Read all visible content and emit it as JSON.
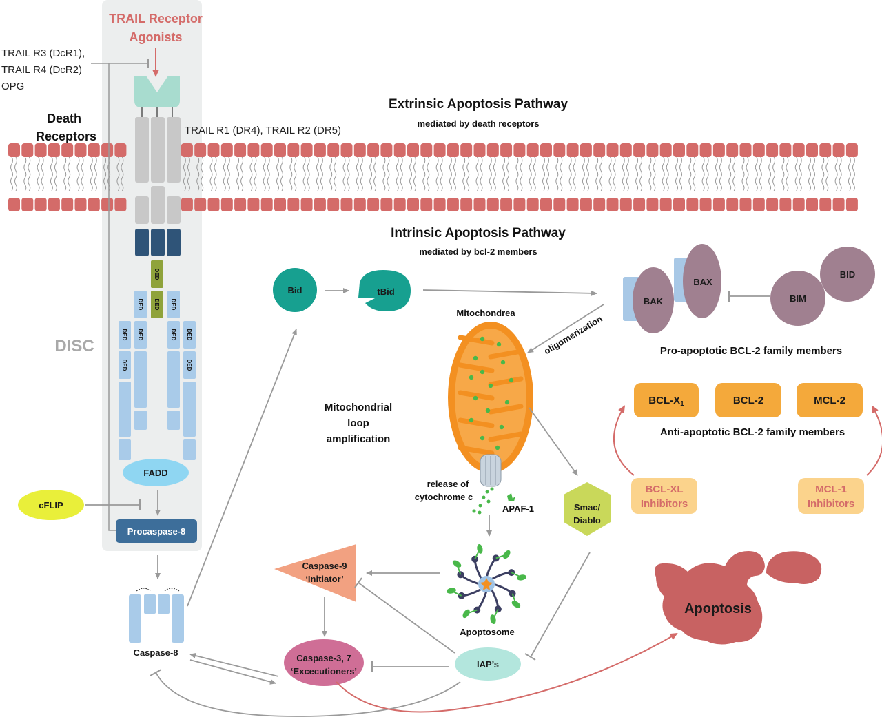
{
  "colors": {
    "membrane_head": "#d46b69",
    "membrane_tail": "#999999",
    "disc_panel": "#eceeee",
    "receptor_gray": "#c8c8c8",
    "receptor_dark": "#2f5478",
    "receptor_top": "#a8dccf",
    "ded_green": "#8fa33b",
    "ded_blue": "#a9cbe9",
    "fadd": "#8fd6f2",
    "procaspase": "#3d6e9a",
    "cflip": "#e9ef3a",
    "teal": "#17a090",
    "bak_bax": "#a08090",
    "bak_bax_blue": "#a8c8e6",
    "anti_orange": "#f4a93b",
    "inhibitor_fill": "#fbd38c",
    "inhibitor_text": "#d46b69",
    "mito_orange": "#f39021",
    "caspase9": "#f2a181",
    "caspase37": "#cf6e96",
    "iap": "#b3e6dd",
    "smac": "#c9d85a",
    "apoptosis": "#c86262",
    "arrow_gray": "#9a9a9a",
    "red_arrow": "#d46b69"
  },
  "labels": {
    "trail_agonists": [
      "TRAIL Receptor",
      "Agonists"
    ],
    "decoy_receptors": [
      "TRAIL R3 (DcR1),",
      "TRAIL R4 (DcR2)",
      "OPG"
    ],
    "death_receptors": [
      "Death",
      "Receptors"
    ],
    "trail_r1_r2": "TRAIL R1 (DR4), TRAIL R2 (DR5)",
    "extrinsic_title": "Extrinsic Apoptosis Pathway",
    "extrinsic_sub": "mediated by death receptors",
    "intrinsic_title": "Intrinsic Apoptosis Pathway",
    "intrinsic_sub": "mediated by bcl-2 members",
    "disc": "DISC",
    "ded": "DED",
    "fadd": "FADD",
    "cflip": "cFLIP",
    "procaspase8": "Procaspase-8",
    "caspase8": "Caspase-8",
    "bid": "Bid",
    "tbid": "tBid",
    "mitochondrea": "Mitochondrea",
    "oligomerization": "oligomerization",
    "mito_loop": [
      "Mitochondrial",
      "loop",
      "amplification"
    ],
    "cytochrome": [
      "release of",
      "cytochrome c"
    ],
    "apaf1": "APAF-1",
    "smac": [
      "Smac/",
      "Diablo"
    ],
    "apoptosome": "Apoptosome",
    "caspase9": [
      "Caspase-9",
      "‘Initiator’"
    ],
    "caspase37": [
      "Caspase-3, 7",
      "‘Excecutioners’"
    ],
    "iaps": "IAP’s",
    "apoptosis": "Apoptosis",
    "bak": "BAK",
    "bax": "BAX",
    "bim": "BIM",
    "bid_pro": "BID",
    "pro_apoptotic": "Pro-apoptotic BCL-2 family members",
    "bcl_xl": "BCL-X",
    "bcl_xl_sub": "1",
    "bcl2": "BCL-2",
    "mcl1": "MCL-2",
    "anti_apoptotic": "Anti-apoptotic BCL-2 family members",
    "bclxl_inhib": [
      "BCL-XL",
      "Inhibitors"
    ],
    "mcl1_inhib": [
      "MCL-1",
      "Inhibitors"
    ]
  }
}
